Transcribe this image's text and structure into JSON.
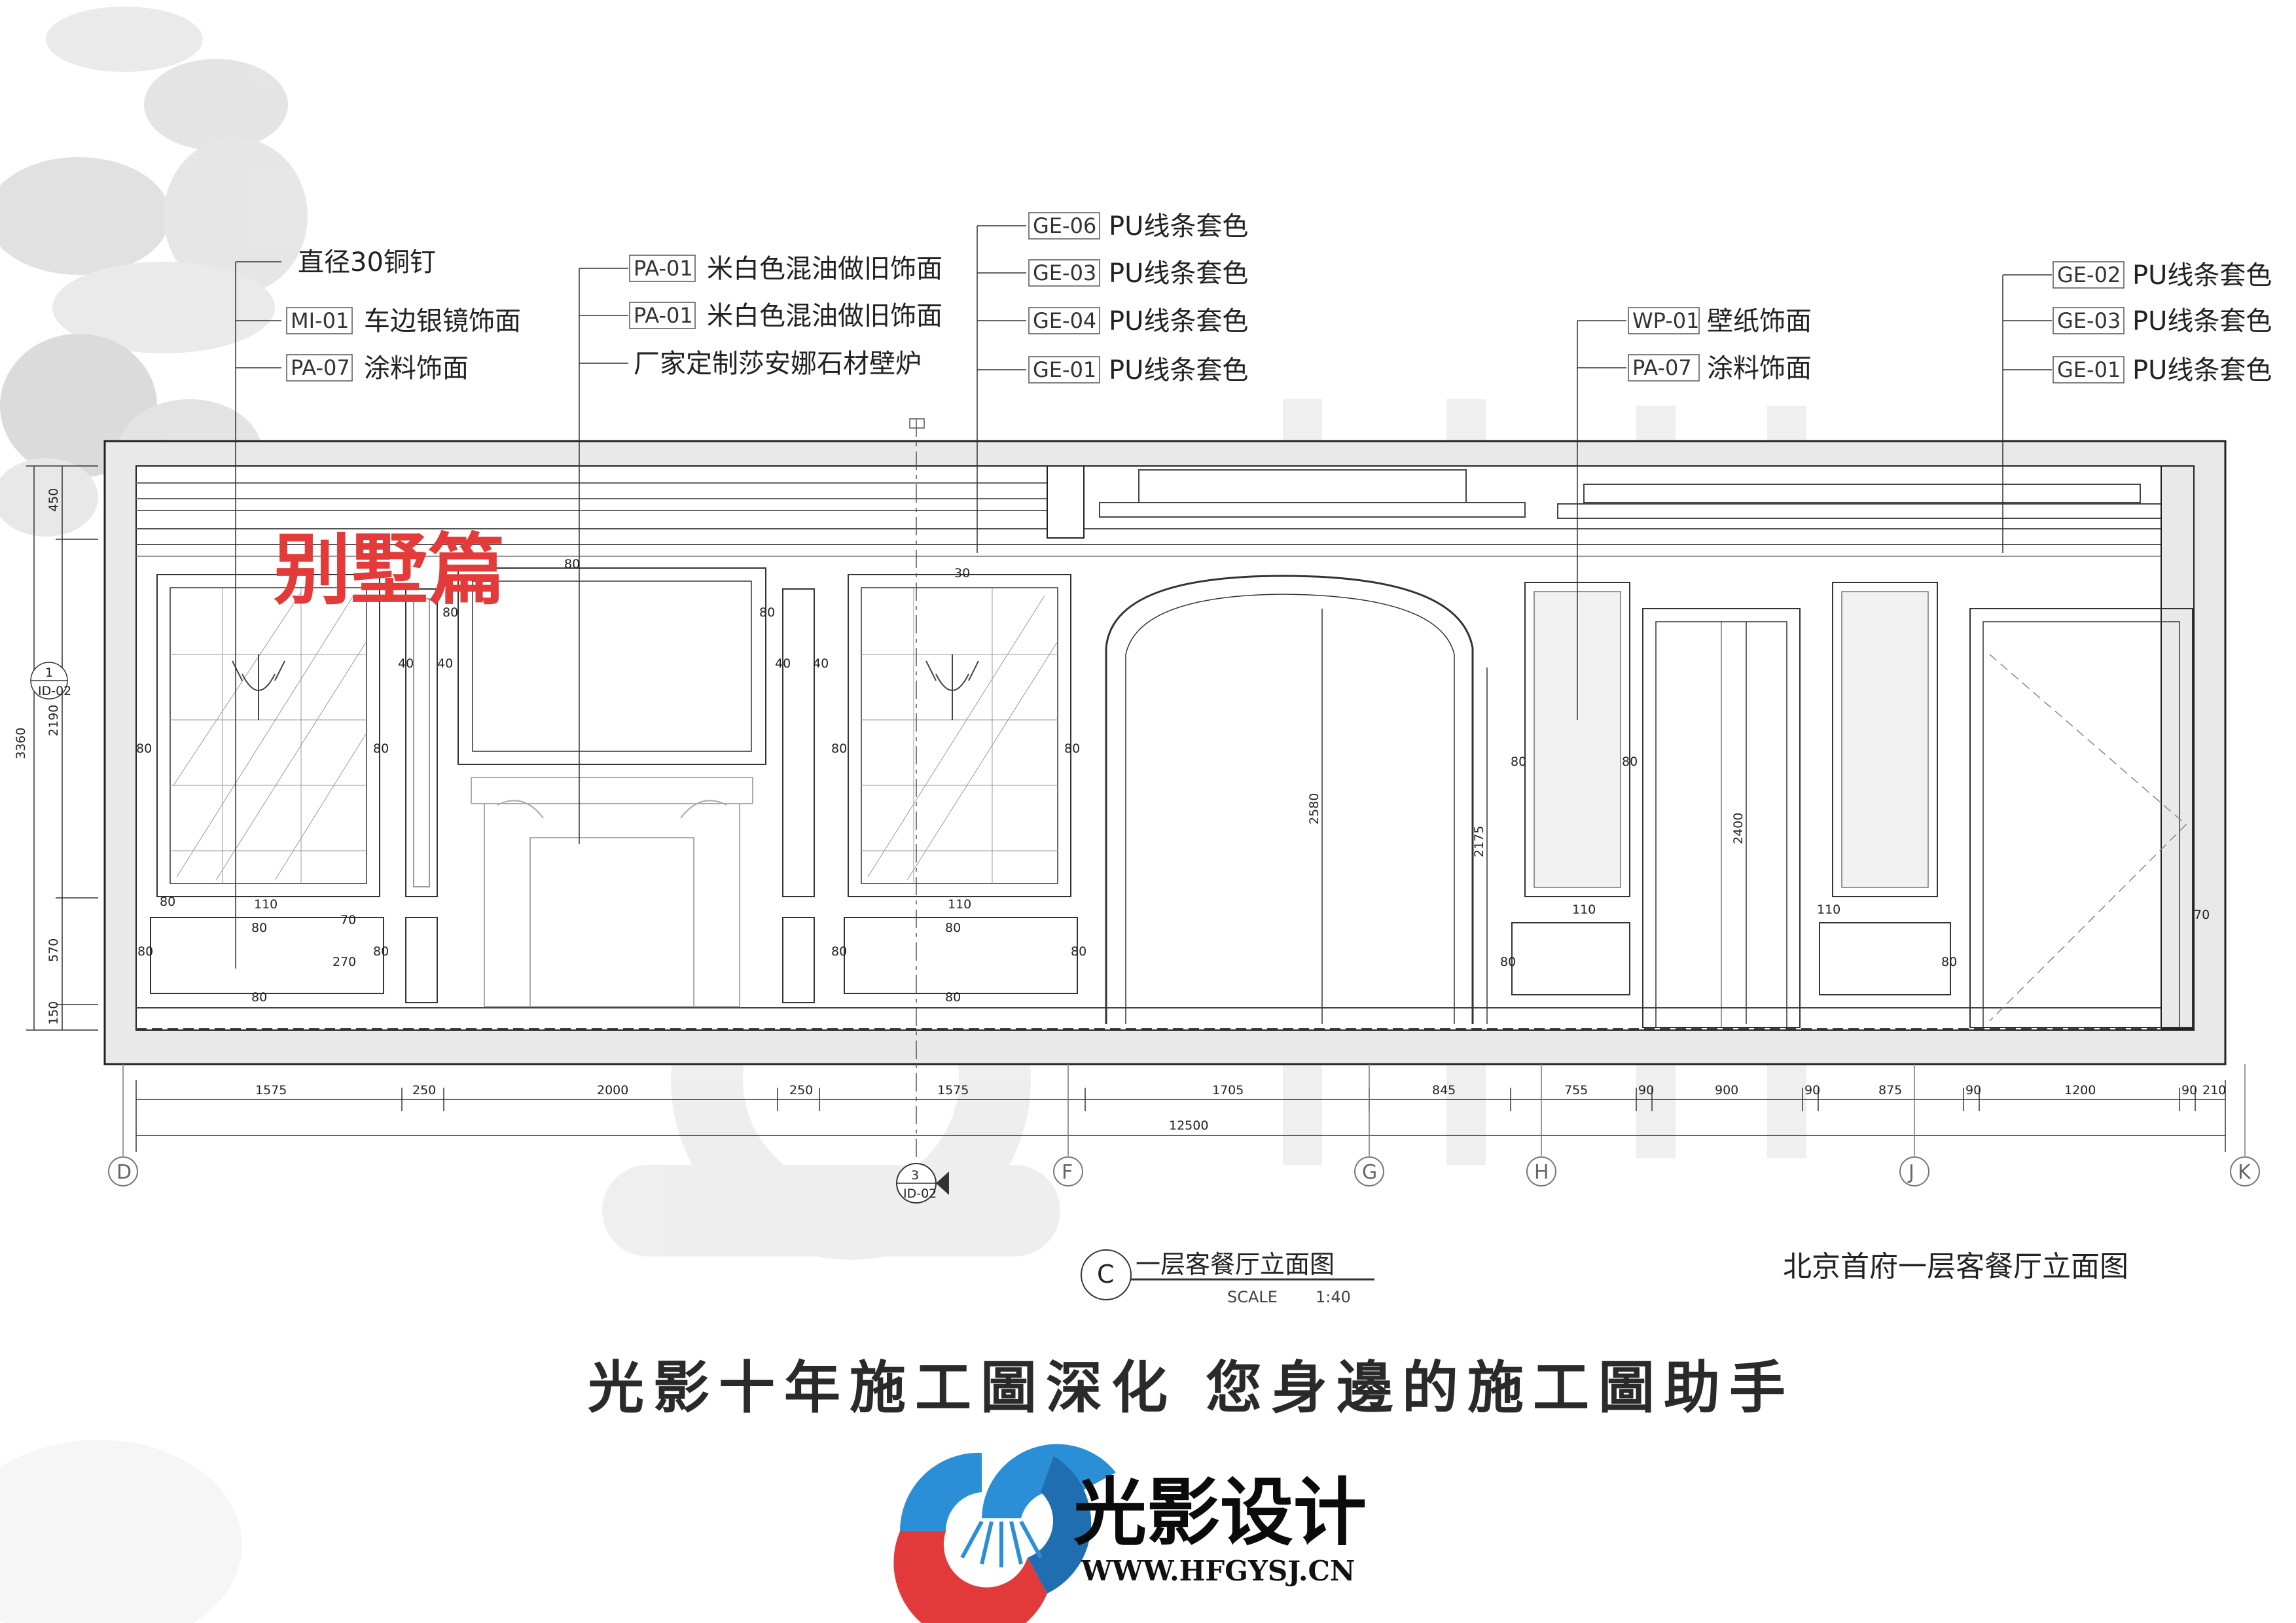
{
  "stamp": "别墅篇",
  "callouts_left": [
    {
      "code": "",
      "text": "直径30铜钉"
    },
    {
      "code": "MI-01",
      "text": "车边银镜饰面"
    },
    {
      "code": "PA-07",
      "text": "涂料饰面"
    }
  ],
  "callouts_center": [
    {
      "code": "PA-01",
      "text": "米白色混油做旧饰面"
    },
    {
      "code": "PA-01",
      "text": "米白色混油做旧饰面"
    },
    {
      "code": "",
      "text": "厂家定制莎安娜石材壁炉"
    }
  ],
  "callouts_ge": [
    {
      "code": "GE-06",
      "text": "PU线条套色"
    },
    {
      "code": "GE-03",
      "text": "PU线条套色"
    },
    {
      "code": "GE-04",
      "text": "PU线条套色"
    },
    {
      "code": "GE-01",
      "text": "PU线条套色"
    }
  ],
  "callouts_wp": [
    {
      "code": "WP-01",
      "text": "壁纸饰面"
    },
    {
      "code": "PA-07",
      "text": "涂料饰面"
    }
  ],
  "callouts_right": [
    {
      "code": "GE-02",
      "text": "PU线条套色"
    },
    {
      "code": "GE-03",
      "text": "PU线条套色"
    },
    {
      "code": "GE-01",
      "text": "PU线条套色"
    }
  ],
  "vertical_dims": {
    "total": "3360",
    "segments": [
      "450",
      "2190",
      "570",
      "150"
    ],
    "section_tag": "1",
    "section_ref": "ID-02"
  },
  "inner_dims": {
    "d80": "80",
    "d40": "40",
    "d110": "110",
    "d70": "70",
    "d270": "270",
    "d30": "30",
    "h2580": "2580",
    "h2175": "2175",
    "h2400": "2400"
  },
  "bottom_dims": {
    "segments": [
      "1575",
      "250",
      "2000",
      "250",
      "1575",
      "1705",
      "845",
      "755",
      "90",
      "900",
      "90",
      "875",
      "90",
      "1200",
      "90",
      "210"
    ],
    "total": "12500"
  },
  "grid_markers": [
    "D",
    "F",
    "G",
    "H",
    "J",
    "K"
  ],
  "section_marker": {
    "num": "3",
    "ref": "ID-02"
  },
  "drawing_title": {
    "tag": "C",
    "title": "一层客餐厅立面图",
    "scale_label": "SCALE",
    "scale": "1:40"
  },
  "project_title": "北京首府一层客餐厅立面图",
  "slogan": "光影十年施工圖深化 您身邊的施工圖助手",
  "brand": {
    "name": "光影设计",
    "url": "WWW.HFGYSJ.CN"
  },
  "colors": {
    "stamp": "#e33a3a",
    "logo_blue": "#2a8fd6",
    "logo_red": "#e23a3a",
    "frame": "#e6e6e6"
  }
}
